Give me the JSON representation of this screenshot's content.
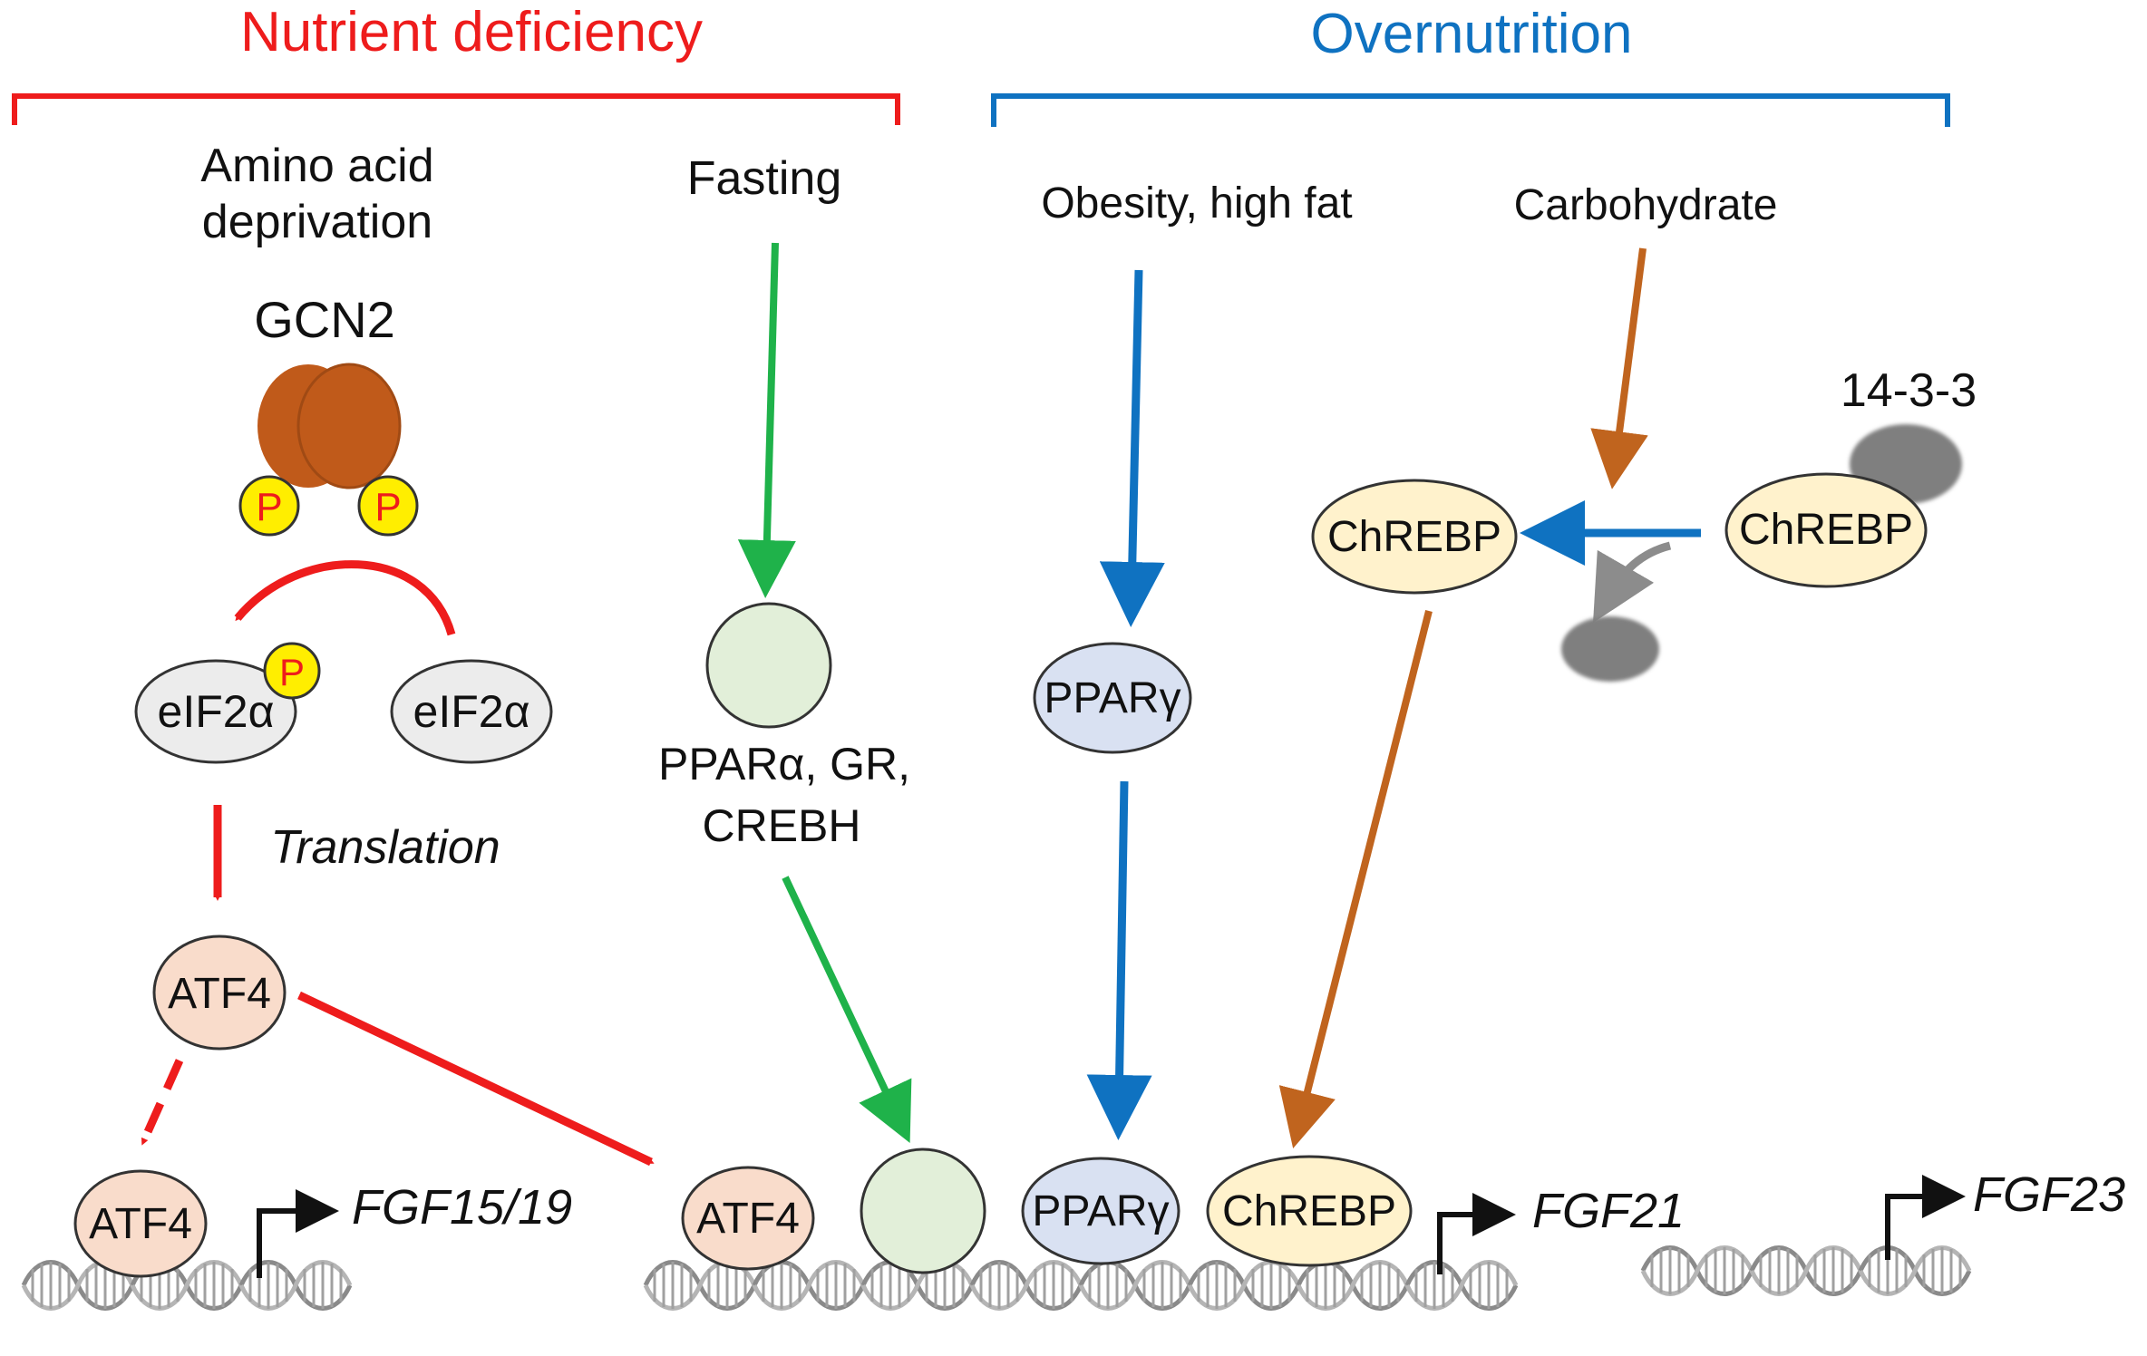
{
  "headers": {
    "nutrient_deficiency": "Nutrient deficiency",
    "overnutrition": "Overnutrition"
  },
  "colors": {
    "red": "#ee1c1c",
    "blue": "#0f72c1",
    "green": "#1fb24a",
    "brown": "#c0641e",
    "gcn2": "#c05a1a",
    "phospho": "#ffee00",
    "eif2a": "#ececec",
    "atf4": "#f9dccb",
    "ppara": "#e2efd9",
    "pparg": "#d9e1f2",
    "chrebp": "#fff2cc",
    "protein_1433": "#7f7f7f"
  },
  "stimuli": {
    "amino_line1": "Amino acid",
    "amino_line2": "deprivation",
    "fasting": "Fasting",
    "obesity": "Obesity, high fat",
    "carbohydrate": "Carbohydrate"
  },
  "proteins": {
    "gcn2": "GCN2",
    "phospho": "P",
    "eif2a": "eIF2α",
    "atf4": "ATF4",
    "ppara_line1": "PPARα, GR,",
    "ppara_line2": "CREBH",
    "pparg": "PPARγ",
    "chrebp": "ChREBP",
    "p1433": "14-3-3"
  },
  "process": {
    "translation": "Translation"
  },
  "genes": {
    "fgf15": "FGF15/19",
    "fgf21": "FGF21",
    "fgf23": "FGF23"
  }
}
